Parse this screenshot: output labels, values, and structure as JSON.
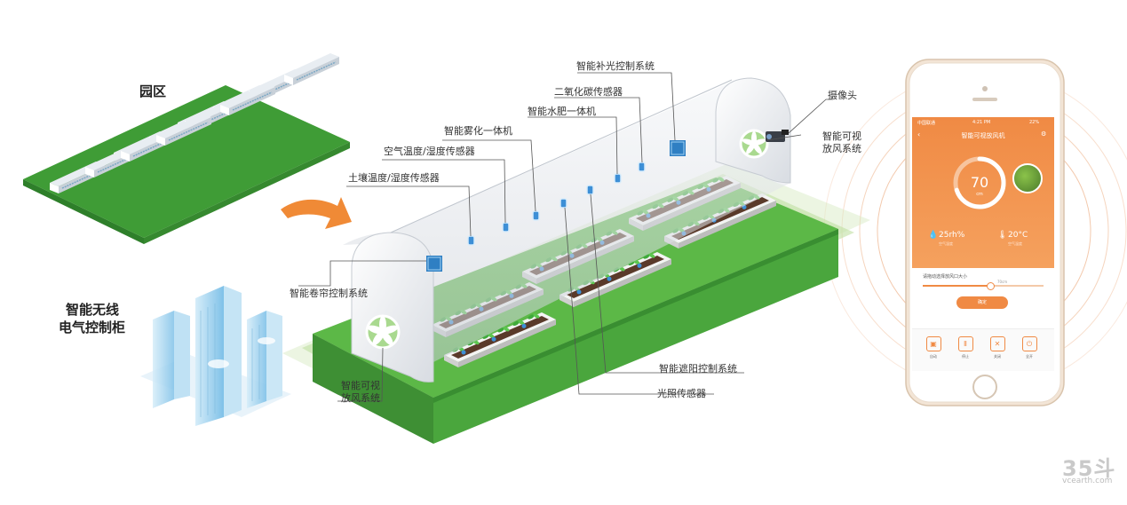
{
  "park_label": "园区",
  "cabinet_label": [
    "智能无线",
    "电气控制柜"
  ],
  "labels": {
    "supplement_light": "智能补光控制系统",
    "co2_sensor": "二氧化碳传感器",
    "water_fertilizer": "智能水肥一体机",
    "spray": "智能雾化一体机",
    "air_sensor": "空气温度/湿度传感器",
    "soil_sensor": "土壤温度/湿度传感器",
    "curtain": "智能卷帘控制系统",
    "camera": "摄像头",
    "fan_right": [
      "智能可视",
      "放风系统"
    ],
    "fan_left": [
      "智能可视",
      "放风系统"
    ],
    "shading": "智能遮阳控制系统",
    "light_sensor": "光照传感器"
  },
  "phone": {
    "status_left": "中国联通",
    "status_time": "4:21 PM",
    "status_right": "22%",
    "title": "智能可视放风机",
    "back": "‹",
    "gear": "⚙",
    "value": "70",
    "unit": "cm",
    "humidity": "25rh%",
    "humidity_sub": "空气湿度",
    "temperature": "20°C",
    "temperature_sub": "空气温度",
    "slider_label": "请拖动选择放风口大小",
    "slider_value": 0.56,
    "slider_value_label": "70cm",
    "confirm": "确定",
    "buttons": [
      {
        "icon": "auto-icon",
        "glyph": "▣",
        "label": "自动"
      },
      {
        "icon": "pause-icon",
        "glyph": "Ⅱ",
        "label": "停止"
      },
      {
        "icon": "close-icon",
        "glyph": "✕",
        "label": "关闭"
      },
      {
        "icon": "power-icon",
        "glyph": "⏻",
        "label": "全开"
      }
    ],
    "accent": "#f08a44"
  },
  "watermark": {
    "main": "35斗",
    "sub": "vcearth.com"
  },
  "colors": {
    "grass": "#4caf3a",
    "grass_dark": "#2e8b2e",
    "arrow": "#f08a36",
    "building": "#9ed0ee"
  }
}
